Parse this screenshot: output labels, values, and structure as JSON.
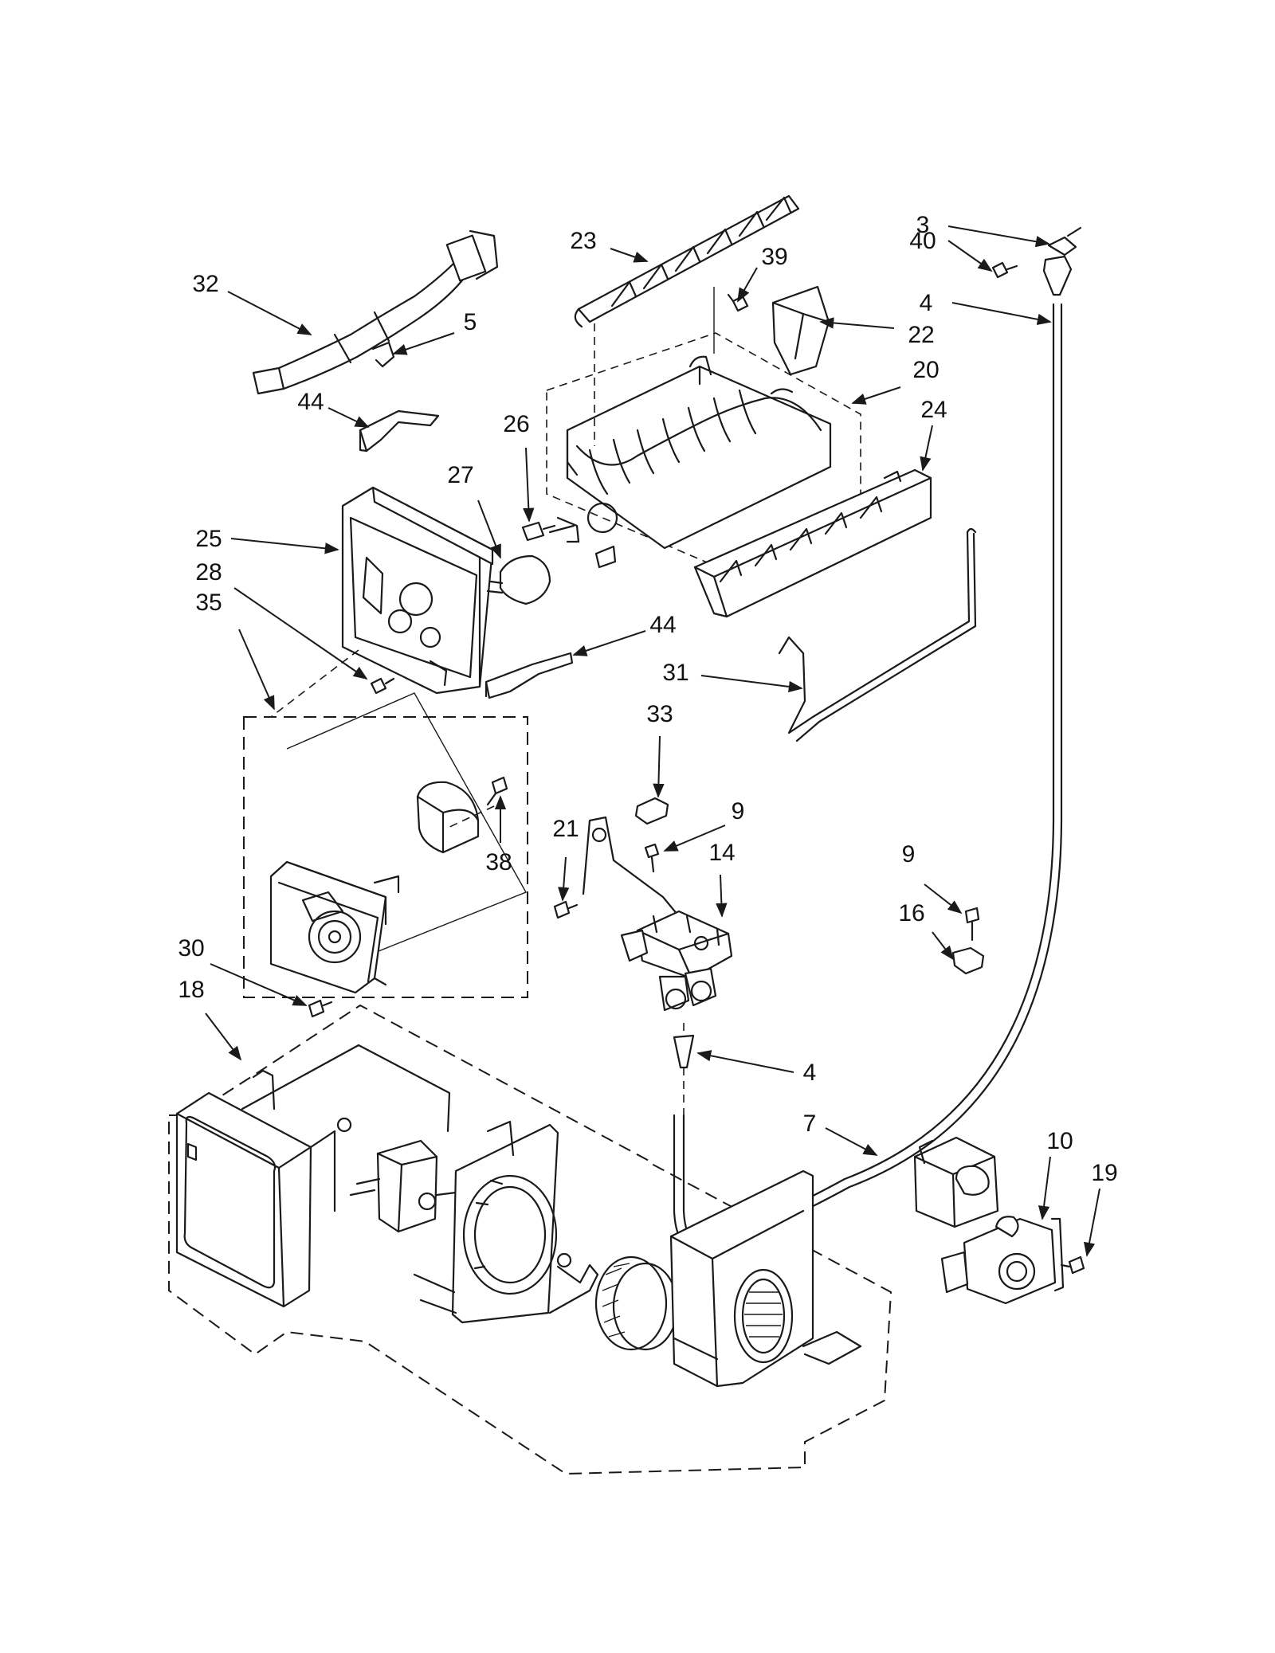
{
  "diagram": {
    "callouts": [
      "3",
      "40",
      "4",
      "22",
      "20",
      "24",
      "23",
      "39",
      "32",
      "5",
      "44",
      "26",
      "27",
      "25",
      "28",
      "35",
      "44",
      "31",
      "33",
      "9",
      "14",
      "21",
      "38",
      "9",
      "16",
      "30",
      "18",
      "4",
      "7",
      "10",
      "19"
    ],
    "colors": {
      "ink": "#1a1a1a",
      "background": "#ffffff"
    }
  }
}
